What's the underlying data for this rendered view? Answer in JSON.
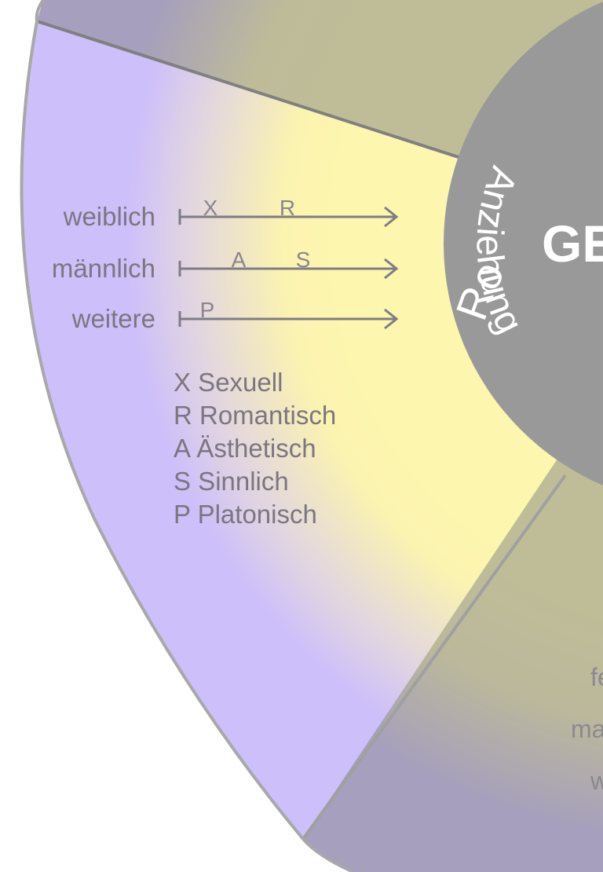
{
  "center": {
    "title_partial": "GE",
    "ring_text_top_partial": "Ro",
    "ring_text_left": "Anziehung"
  },
  "attraction": {
    "rows": [
      {
        "label": "weiblich",
        "marks": [
          "X",
          "R"
        ]
      },
      {
        "label": "männlich",
        "marks": [
          "A",
          "S"
        ]
      },
      {
        "label": "weitere",
        "marks": [
          "P"
        ]
      }
    ],
    "legend": [
      "X Sexuell",
      "R Romantisch",
      "A Ästhetisch",
      "S Sinnlich",
      "P Platonisch"
    ]
  },
  "lower_segment_partial": [
    "fe",
    "ma",
    "w"
  ],
  "colors": {
    "lavender": "#cdbffa",
    "yellow": "#fdf6ae",
    "olive": "#bfbd98",
    "mauve": "#a69fbd",
    "hub": "#999999",
    "line": "#7f7c84"
  }
}
